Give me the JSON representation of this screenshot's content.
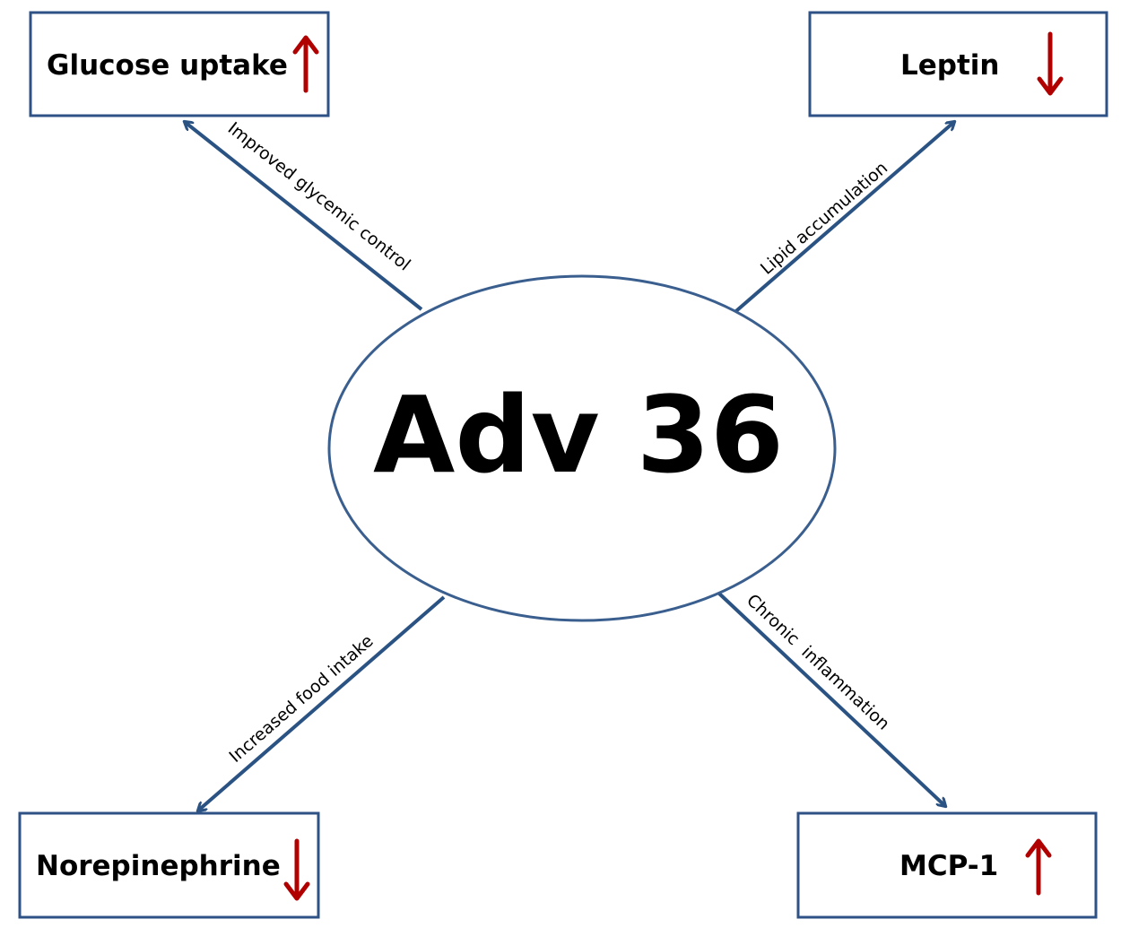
{
  "center": {
    "label": "Adv 36"
  },
  "boxes": [
    {
      "label": "Glucose uptake",
      "trend": "up-arrow",
      "color": "#b00000"
    },
    {
      "label": "Leptin",
      "trend": "down-arrow",
      "color": "#b00000"
    },
    {
      "label": "Norepinephrine",
      "trend": "down-arrow",
      "color": "#b00000"
    },
    {
      "label": "MCP-1",
      "trend": "up-arrow",
      "color": "#b00000"
    }
  ],
  "edges": [
    {
      "label": "Improved glycemic control",
      "target": "Glucose uptake"
    },
    {
      "label": "Lipid accumulation",
      "target": "Leptin"
    },
    {
      "label": "Increased food intake",
      "target": "Norepinephrine"
    },
    {
      "label": "Chronic  inflammation",
      "target": "MCP-1"
    }
  ],
  "colors": {
    "box_border": "#2f5286",
    "edge": "#2a5383",
    "trend_arrow": "#b00000"
  }
}
